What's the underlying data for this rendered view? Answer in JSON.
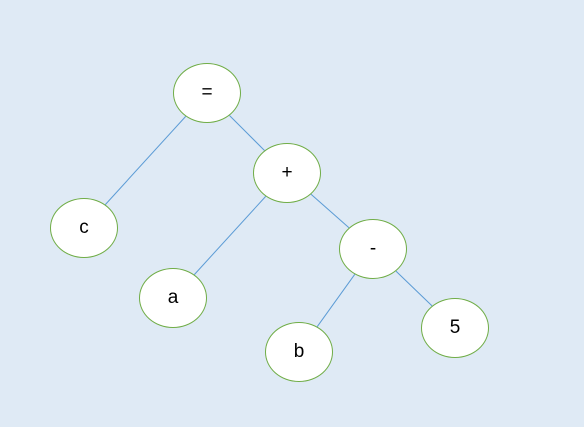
{
  "diagram": {
    "type": "expression-tree",
    "colors": {
      "background": "#dfeaf5",
      "node_fill": "#ffffff",
      "node_border": "#70ad47",
      "edge": "#5b9bd5"
    },
    "nodes": [
      {
        "id": "eq",
        "label": "="
      },
      {
        "id": "plus",
        "label": "+"
      },
      {
        "id": "c",
        "label": "c"
      },
      {
        "id": "a",
        "label": "a"
      },
      {
        "id": "minus",
        "label": "-"
      },
      {
        "id": "b",
        "label": "b"
      },
      {
        "id": "five",
        "label": "5"
      }
    ],
    "edges": [
      {
        "from": "eq",
        "to": "c"
      },
      {
        "from": "eq",
        "to": "plus"
      },
      {
        "from": "plus",
        "to": "a"
      },
      {
        "from": "plus",
        "to": "minus"
      },
      {
        "from": "minus",
        "to": "b"
      },
      {
        "from": "minus",
        "to": "five"
      }
    ]
  }
}
